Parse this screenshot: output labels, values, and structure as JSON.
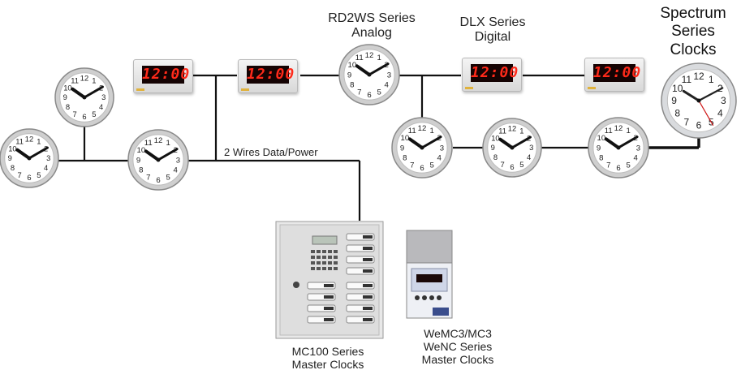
{
  "labels": {
    "rd2ws_line1": "RD2WS Series",
    "rd2ws_line2": "Analog",
    "dlx_line1": "DLX Series",
    "dlx_line2": "Digital",
    "spectrum_line1": "Spectrum",
    "spectrum_line2": "Series",
    "spectrum_line3": "Clocks",
    "wires": "2 Wires Data/Power",
    "mc100_line1": "MC100 Series",
    "mc100_line2": "Master Clocks",
    "wemc_line1": "WeMC3/MC3",
    "wemc_line2": "WeNC Series",
    "wemc_line3": "Master Clocks"
  },
  "digital_display_time": "12:00",
  "colors": {
    "wire": "#111111",
    "led": "#ff2a1a",
    "spectrum_second_hand": "#d01818"
  }
}
